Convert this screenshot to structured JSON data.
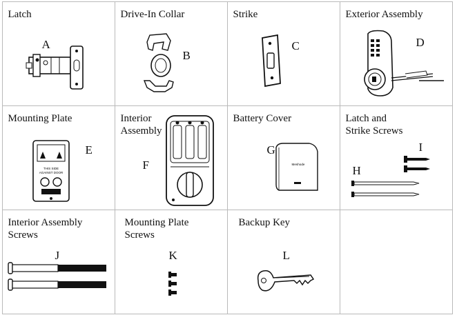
{
  "parts": [
    {
      "name": "Latch",
      "letter": "A"
    },
    {
      "name": "Drive-In Collar",
      "letter": "B"
    },
    {
      "name": "Strike",
      "letter": "C"
    },
    {
      "name": "Exterior Assembly",
      "letter": "D"
    },
    {
      "name": "Mounting Plate",
      "letter": "E"
    },
    {
      "name": "Interior\nAssembly",
      "letter": "F"
    },
    {
      "name": "Battery Cover",
      "letter": "G"
    },
    {
      "name": "Latch and\nStrike Screws",
      "letter": "I"
    },
    {
      "name": "Interior Assembly\nScrews",
      "letter": "J"
    },
    {
      "name": "Mounting Plate\nScrews",
      "letter": "K"
    },
    {
      "name": "Backup Key",
      "letter": "L"
    }
  ],
  "extra_letters": {
    "strike_screws_h": "H"
  },
  "mounting_plate_text": {
    "line1": "THIS SIDE",
    "line2": "AGAINST DOOR"
  },
  "battery_cover_brand": "Meshode"
}
